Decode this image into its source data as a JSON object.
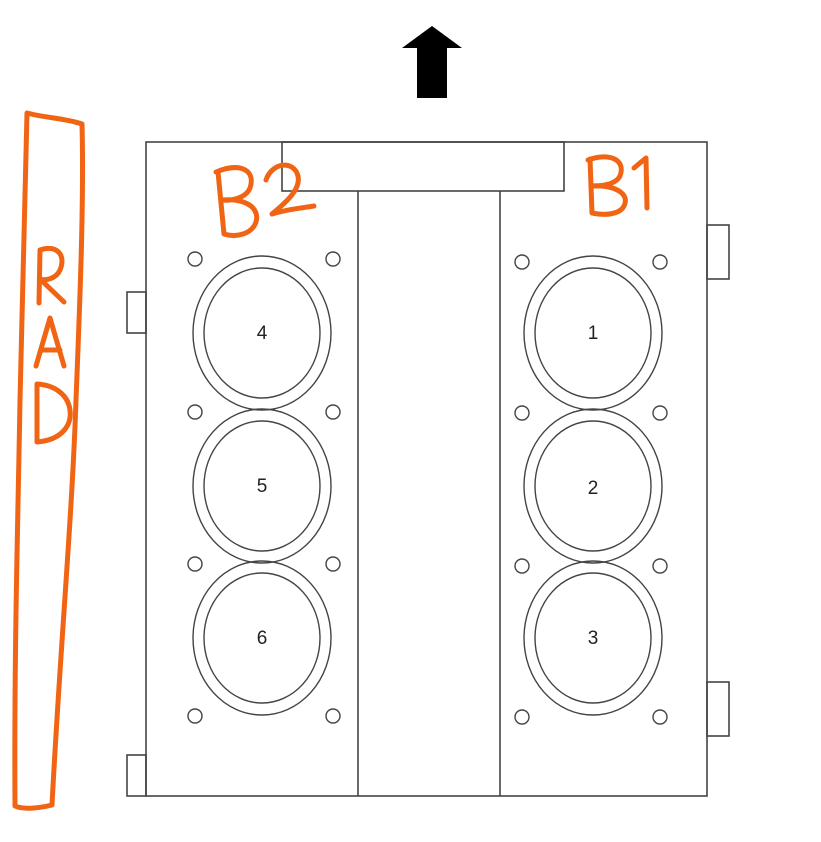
{
  "diagram": {
    "colors": {
      "line": "#444444",
      "annotation": "#f06414",
      "arrow": "#000000",
      "background": "#ffffff"
    },
    "annotations": {
      "radiator": "RAD",
      "bank_left": "B2",
      "bank_right": "B1"
    },
    "arrow_icon": "up-arrow-icon",
    "bank1_cylinders": [
      "1",
      "2",
      "3"
    ],
    "bank2_cylinders": [
      "4",
      "5",
      "6"
    ]
  }
}
